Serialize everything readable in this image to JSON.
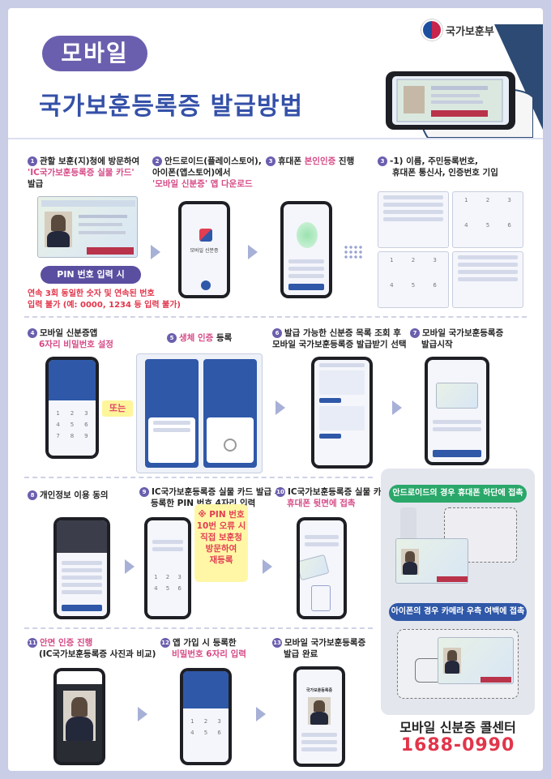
{
  "header": {
    "badge": "모바일",
    "title": "국가보훈등록증 발급방법",
    "org": "국가보훈부"
  },
  "steps": {
    "s1": {
      "num": "1",
      "lines": [
        "관할 보훈(지)청에 방문하여",
        "'IC국가보훈등록증 실물 카드'",
        "발급"
      ]
    },
    "s2": {
      "num": "2",
      "lines": [
        "안드로이드(플레이스토어),",
        "아이폰(앱스토어)에서",
        "'모바일 신분증' 앱 다운로드"
      ]
    },
    "s3": {
      "num": "3",
      "pre": "휴대폰 ",
      "hl": "본인인증",
      "post": " 진행"
    },
    "s31": {
      "num": "3",
      "lines": [
        "-1) 이름, 주민등록번호,",
        "휴대폰 통신사, 인증번호 기입"
      ]
    },
    "s4": {
      "num": "4",
      "lines": [
        "모바일 신분증앱",
        "6자리 비밀번호 설정"
      ]
    },
    "s5": {
      "num": "5",
      "hl": "생체 인증",
      "post": " 등록"
    },
    "s6": {
      "num": "6",
      "lines": [
        "발급 가능한 신분증 목록 조회 후",
        "모바일 국가보훈등록증 발급받기 선택"
      ]
    },
    "s7": {
      "num": "7",
      "lines": [
        "모바일 국가보훈등록증",
        "발급시작"
      ]
    },
    "s8": {
      "num": "8",
      "text": "개인정보 이용 동의"
    },
    "s9": {
      "num": "9",
      "lines": [
        "IC국가보훈등록증 실물 카드 발급 시",
        "등록한 PIN 번호 4자리 입력"
      ]
    },
    "s10": {
      "num": "10",
      "lines": [
        "IC국가보훈등록증 실물 카드를",
        "휴대폰 뒷면에 접촉"
      ]
    },
    "s11": {
      "num": "11",
      "lines": [
        "안면 인증 진행",
        "(IC국가보훈등록증 사진과 비교)"
      ]
    },
    "s12": {
      "num": "12",
      "lines": [
        "앱 가입 시 등록한",
        "비밀번호 6자리 입력"
      ]
    },
    "s13": {
      "num": "13",
      "lines": [
        "모바일 국가보훈등록증",
        "발급 완료"
      ]
    }
  },
  "pin": {
    "bar": "PIN 번호 입력 시",
    "warn1": "연속 3회 동일한 숫자 및 연속된 번호",
    "warn2": "입력 불가 (예: 0000, 1234 등 입력 불가)"
  },
  "or_label": "또는",
  "pin_note": [
    "※ PIN 번호",
    "10번 오류 시",
    "직접 보훈청",
    "방문하여",
    "재등록"
  ],
  "app_name": "모바일 신분증",
  "card_title": "국가보훈등록증",
  "panel": {
    "android": "안드로이드의 경우 휴대폰 하단에 접촉",
    "iphone": "아이폰의 경우 카메라 우측 여백에 접촉"
  },
  "callcenter": {
    "title": "모바일 신분증 콜센터",
    "number": "1688-0990"
  },
  "colors": {
    "accent": "#6a5fae",
    "title": "#3450a8",
    "highlight": "#d64a86",
    "red": "#e2354a",
    "green": "#2aa86a",
    "blue": "#2f58a8"
  }
}
